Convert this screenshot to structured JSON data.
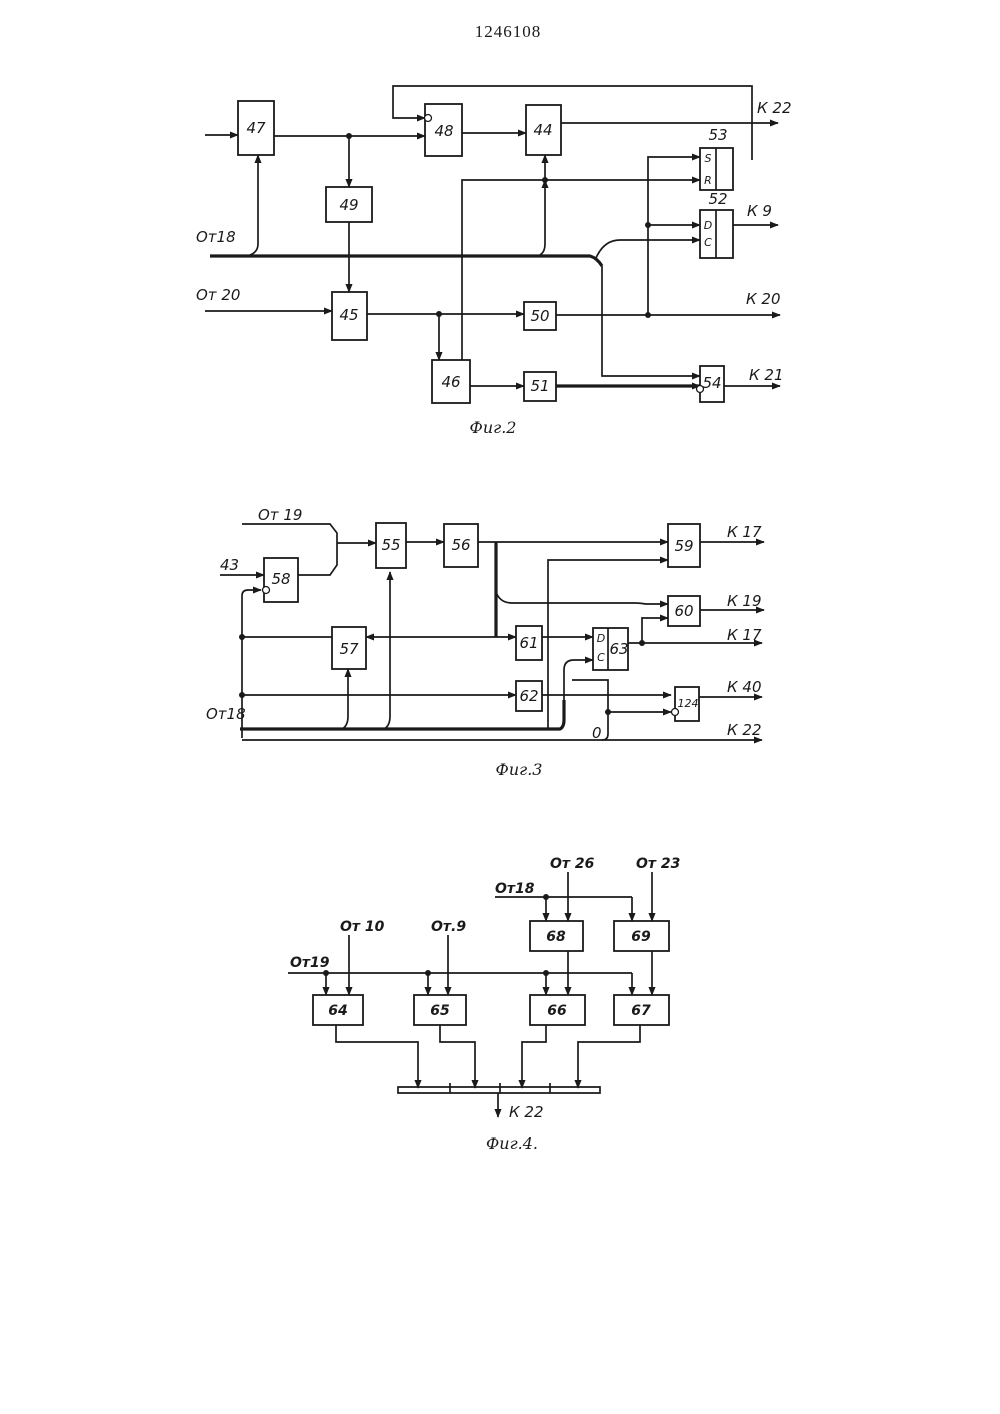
{
  "page_number": "1246108",
  "fig2": {
    "caption": "Фиг.2",
    "blocks": {
      "b47": "47",
      "b48": "48",
      "b44": "44",
      "b49": "49",
      "b45": "45",
      "b50": "50",
      "b46": "46",
      "b51": "51",
      "b53": "53",
      "b52": "52",
      "b54": "54"
    },
    "pins": {
      "s": "S",
      "r": "R",
      "d": "D",
      "c": "C"
    },
    "labels": {
      "from18": "От18",
      "from20": "От 20",
      "to22": "К 22",
      "to9": "К 9",
      "to20": "К 20",
      "to21": "К 21"
    }
  },
  "fig3": {
    "caption": "Фиг.3",
    "blocks": {
      "b55": "55",
      "b56": "56",
      "b57": "57",
      "b58": "58",
      "b59": "59",
      "b60": "60",
      "b61": "61",
      "b62": "62",
      "b63": "63",
      "b124": "124"
    },
    "pins": {
      "d": "D",
      "c": "C"
    },
    "labels": {
      "from19": "От 19",
      "in43": "43",
      "from18": "От18",
      "zero": "0",
      "to17a": "К 17",
      "to19": "К 19",
      "to17b": "К 17",
      "to40": "К 40",
      "to22": "К 22"
    }
  },
  "fig4": {
    "caption": "Фиг.4.",
    "blocks": {
      "b64": "64",
      "b65": "65",
      "b66": "66",
      "b67": "67",
      "b68": "68",
      "b69": "69"
    },
    "labels": {
      "from10": "От 10",
      "from9": "От.9",
      "from26": "От 26",
      "from23": "От 23",
      "from18": "От18",
      "from19": "От19",
      "to22": "К 22"
    }
  }
}
